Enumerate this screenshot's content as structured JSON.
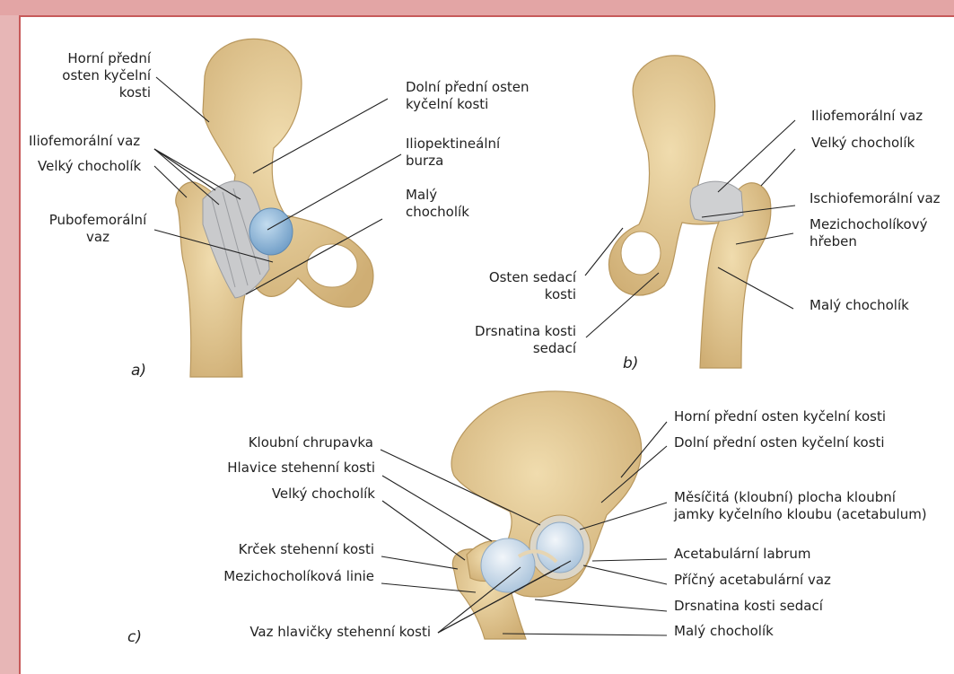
{
  "colors": {
    "background": "#e7b6b6",
    "frame": "#c75a5a",
    "bone": "#e6cf9e",
    "bone_shadow": "#c9a970",
    "ligament": "#c4c6c8",
    "bursa": "#8fb7d9",
    "cartilage": "#c6d9ea",
    "leader": "#222222"
  },
  "panels": {
    "a": {
      "letter": "a)",
      "labels": {
        "asis": [
          "Horní přední",
          "osten kyčelní",
          "kosti"
        ],
        "aiis": [
          "Dolní přední osten",
          "kyčelní kosti"
        ],
        "iliofem": "Iliofemorální vaz",
        "troch_major": "Velký chocholík",
        "bursa": [
          "Iliopektineální",
          "burza"
        ],
        "pubofem": [
          "Pubofemorální",
          "vaz"
        ],
        "troch_minor": [
          "Malý",
          "chocholík"
        ]
      }
    },
    "b": {
      "letter": "b)",
      "labels": {
        "iliofem": "Iliofemorální vaz",
        "troch_major": "Velký chocholík",
        "ischiofem": "Ischiofemorální vaz",
        "crest": [
          "Mezichocholíkový",
          "hřeben"
        ],
        "ischial_spine": [
          "Osten sedací",
          "kosti"
        ],
        "ischial_tuber": [
          "Drsnatina kosti",
          "sedací"
        ],
        "troch_minor": "Malý chocholík"
      }
    },
    "c": {
      "letter": "c)",
      "labels": {
        "cartilage": "Kloubní chrupavka",
        "head": "Hlavice stehenní kosti",
        "troch_major": "Velký chocholík",
        "neck": "Krček stehenní kosti",
        "intertroch_line": "Mezichocholíková linie",
        "lig_head": "Vaz hlavičky stehenní kosti",
        "asis": "Horní přední osten kyčelní kosti",
        "aiis": "Dolní přední osten kyčelní kosti",
        "lunate": [
          "Měsíčitá (kloubní) plocha kloubní",
          "jamky kyčelního kloubu (acetabulum)"
        ],
        "labrum": "Acetabulární labrum",
        "transverse": "Příčný acetabulární vaz",
        "tuber": "Drsnatina kosti sedací",
        "troch_minor": "Malý chocholík"
      }
    }
  }
}
